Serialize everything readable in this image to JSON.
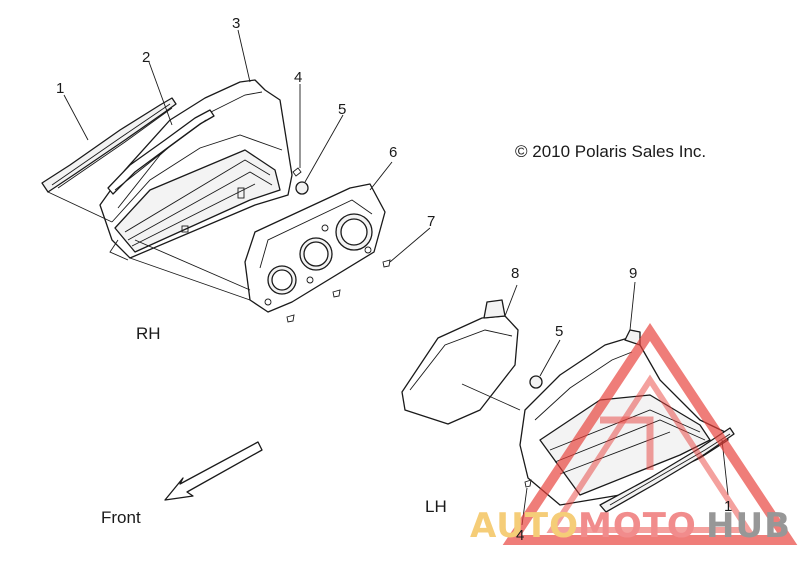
{
  "diagram": {
    "copyright": "© 2010 Polaris Sales Inc.",
    "side_labels": {
      "rh": "RH",
      "lh": "LH"
    },
    "front_label": "Front",
    "callouts": {
      "rh_1": "1",
      "rh_2": "2",
      "rh_3": "3",
      "rh_4": "4",
      "rh_5": "5",
      "rh_6": "6",
      "rh_7": "7",
      "lh_8": "8",
      "lh_9": "9",
      "lh_5": "5",
      "lh_4": "4",
      "lh_1": "1"
    }
  },
  "watermark": {
    "brand_part_1": "AUTO",
    "brand_part_2": "MOTO",
    "brand_part_3": "HUB",
    "colors": {
      "auto": "#f5c86a",
      "moto": "#f08080",
      "hub": "#8c8c8c",
      "triangle": "#e8403a"
    }
  }
}
